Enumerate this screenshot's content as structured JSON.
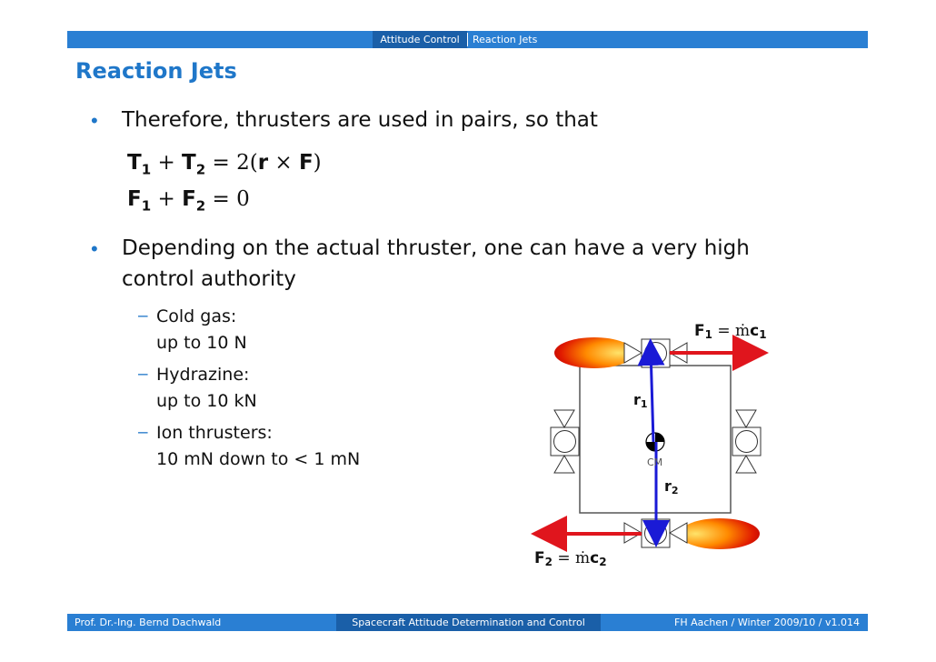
{
  "header": {
    "section_active": "Attitude Control",
    "section_current": "Reaction Jets"
  },
  "slide": {
    "title": "Reaction Jets",
    "bullets": [
      {
        "text": "Therefore, thrusters are used in pairs, so that"
      },
      {
        "line1": "Depending on the actual thruster, one can have a very high",
        "line2": "control authority"
      }
    ],
    "equations": [
      {
        "lhs_a": "T",
        "lhs_a_sub": "1",
        "op1": "+",
        "lhs_b": "T",
        "lhs_b_sub": "2",
        "rhs": "= 2(",
        "rhs_r": "r",
        "rhs_x": " × ",
        "rhs_f": "F",
        "rhs_end": ")"
      },
      {
        "lhs_a": "F",
        "lhs_a_sub": "1",
        "op1": "+",
        "lhs_b": "F",
        "lhs_b_sub": "2",
        "rhs": "= 0"
      }
    ],
    "sub_items": [
      {
        "label": "Cold gas:",
        "detail": "up to 10 N"
      },
      {
        "label": "Hydrazine:",
        "detail": "up to 10 kN"
      },
      {
        "label": "Ion thrusters:",
        "detail": "10 mN down to < 1 mN"
      }
    ]
  },
  "diagram": {
    "force1": "F",
    "force1_sub": "1",
    "force1_eq": " = ṁ",
    "force1_c": "c",
    "force1_c_sub": "1",
    "force2": "F",
    "force2_sub": "2",
    "force2_eq": " = ṁ",
    "force2_c": "c",
    "force2_c_sub": "2",
    "r1": "r",
    "r1_sub": "1",
    "r2": "r",
    "r2_sub": "2",
    "cm": "CM",
    "colors": {
      "arrow_red": "#e0151d",
      "vector_blue": "#1a1ad6",
      "frame": "#555555"
    }
  },
  "footer": {
    "author": "Prof. Dr.-Ing. Bernd Dachwald",
    "course": "Spacecraft Attitude Determination and Control",
    "institution": "FH Aachen / Winter 2009/10 / v1.0",
    "page": "14"
  }
}
